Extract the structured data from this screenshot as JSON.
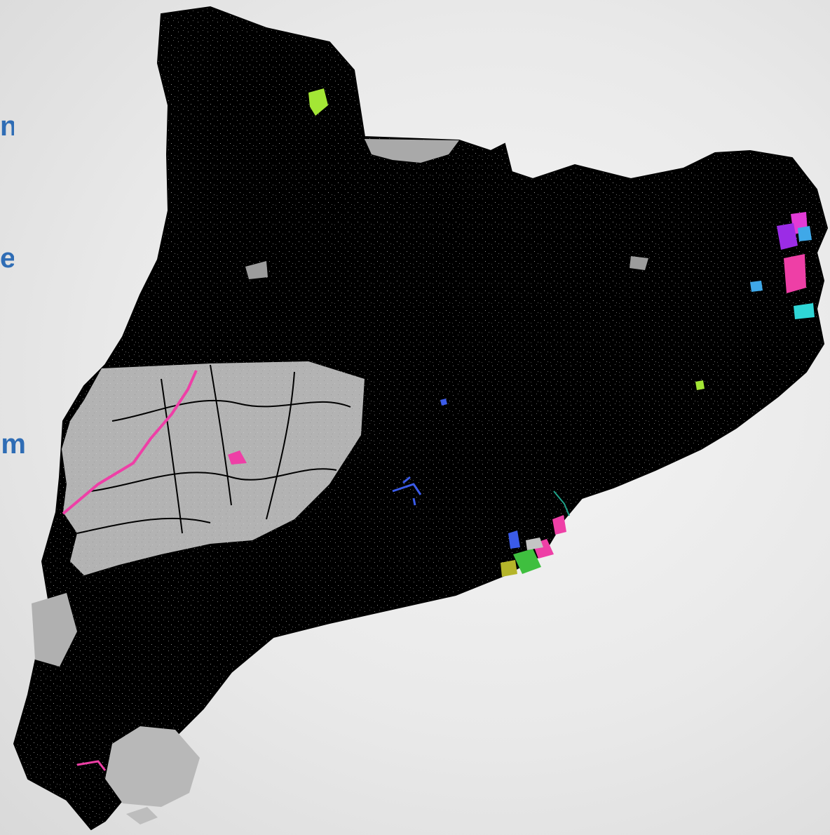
{
  "side_labels": [
    "n",
    "e",
    "m"
  ],
  "colors": {
    "background": "#ececec",
    "territory_black": "#000000",
    "plain_gray": "#b3b3b3",
    "accent_text": "#2f6db5",
    "pink": "#ee3fa6",
    "magenta": "#e23bd6",
    "purple": "#9b2ce6",
    "blue": "#3b5be8",
    "sky": "#3fa8e8",
    "cyan": "#2fd6d6",
    "green": "#3fbf3f",
    "lime": "#a3e635",
    "olive": "#b5b52a",
    "teal": "#1fa38a"
  }
}
